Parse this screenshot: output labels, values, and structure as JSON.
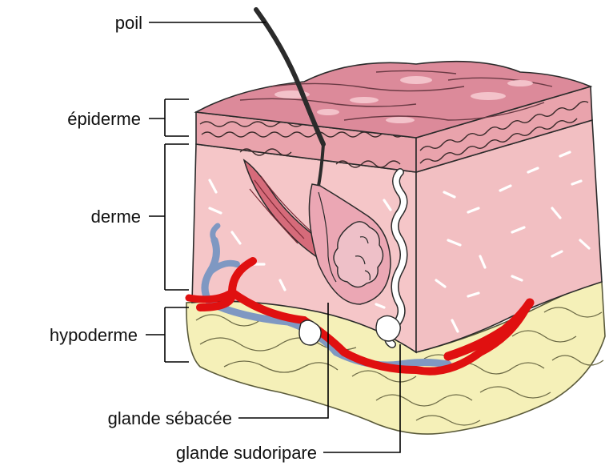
{
  "labels": {
    "poil": "poil",
    "epiderme": "épiderme",
    "derme": "derme",
    "hypoderme": "hypoderme",
    "glande_sebacee": "glande sébacée",
    "glande_sudoripare": "glande sudoripare"
  },
  "colors": {
    "epidermis_top": "#dc8a9a",
    "dermis": "#f4c4c6",
    "hypodermis_fat": "#f5f0b8",
    "artery": "#e01010",
    "vein": "#7f98c2",
    "hair": "#2b2b2b",
    "sweat_gland": "#ffffff"
  }
}
